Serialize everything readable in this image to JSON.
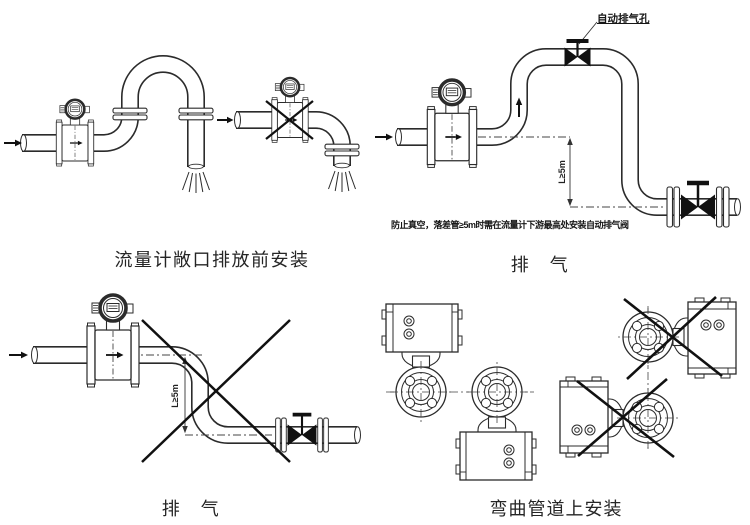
{
  "page": {
    "background": "#ffffff",
    "line_color": "#2b2b2b",
    "valve_fill": "#111111"
  },
  "diagrams": {
    "top_left": {
      "caption": "流量计敞口排放前安装"
    },
    "top_right": {
      "caption": "排　气",
      "vent_port_label": "自动排气孔",
      "note": "防止真空，落差管≥5m时需在流量计下游最高处安装自动排气阀",
      "drop_dimension": "L≥5m"
    },
    "bottom_left": {
      "caption": "排　气",
      "drop_dimension": "L≥5m"
    },
    "bottom_right": {
      "caption": "弯曲管道上安装"
    }
  }
}
